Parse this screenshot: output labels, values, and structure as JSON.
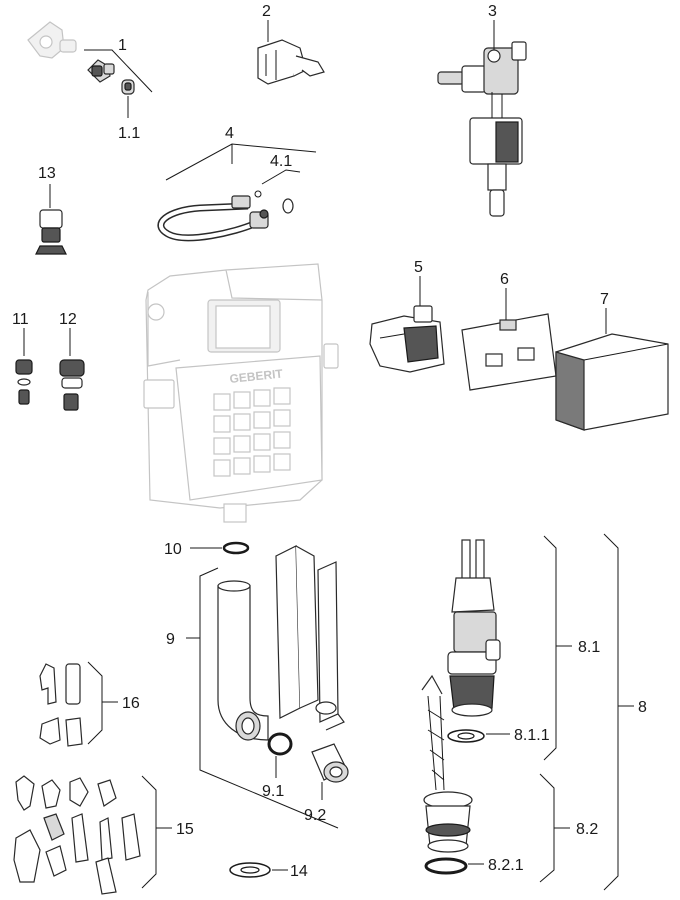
{
  "labels": {
    "l1": "1",
    "l1_1": "1.1",
    "l2": "2",
    "l3": "3",
    "l4": "4",
    "l4_1": "4.1",
    "l5": "5",
    "l6": "6",
    "l7": "7",
    "l8": "8",
    "l8_1": "8.1",
    "l8_1_1": "8.1.1",
    "l8_2": "8.2",
    "l8_2_1": "8.2.1",
    "l9": "9",
    "l9_1": "9.1",
    "l9_2": "9.2",
    "l10": "10",
    "l11": "11",
    "l12": "12",
    "l13": "13",
    "l14": "14",
    "l15": "15",
    "l16": "16"
  },
  "brand": "GEBERIT"
}
